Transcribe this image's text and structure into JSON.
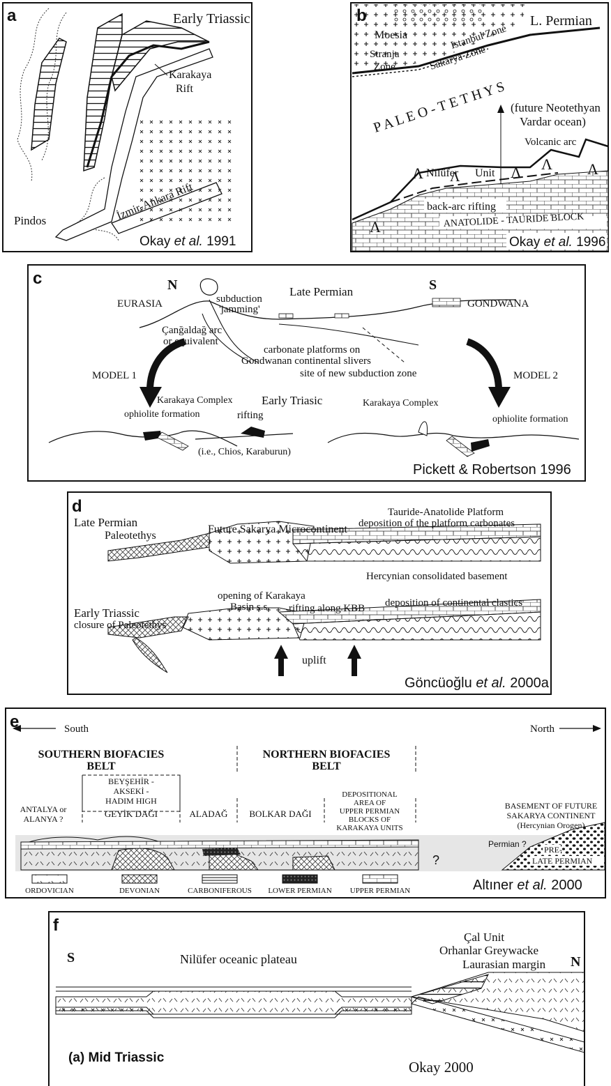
{
  "panels": {
    "a": {
      "letter": "a",
      "title": "Early Triassic",
      "labels": {
        "karakaya": "Karakaya",
        "rift": "Rift",
        "izmir": "İzmir-Ankara Rift",
        "pindos": "Pindos"
      },
      "citation_author": "Okay",
      "citation_etal": "et al.",
      "citation_year": "1991"
    },
    "b": {
      "letter": "b",
      "title": "L. Permian",
      "labels": {
        "moesia": "Moesia",
        "istanbul": "Istanbul Zone",
        "stranja": "Stranja",
        "zone": "Zone",
        "sakarya": "Sakarya Zone",
        "paleotethys": "P A L E O - T E T H Y S",
        "future1": "(future Neotethyan",
        "future2": "Vardar ocean)",
        "volcanic": "Volcanic arc",
        "nilufer": "Nilüfer",
        "unit": "Unit",
        "backarc": "back-arc rifting",
        "anatolide": "ANATOLIDE - TAURIDE BLOCK"
      },
      "citation_author": "Okay",
      "citation_etal": "et al.",
      "citation_year": "1996"
    },
    "c": {
      "letter": "c",
      "n": "N",
      "s": "S",
      "labels": {
        "eurasia": "EURASIA",
        "gondwana": "GONDWANA",
        "late_permian": "Late Permian",
        "subduction": "subduction",
        "jamming": "'jamming'",
        "cangaldag1": "Çanğaldağ arc",
        "cangaldag2": "or equivalent",
        "carbonate1": "carbonate platforms on",
        "carbonate2": "Gondwanan continental slivers",
        "newsub": "site of new subduction zone",
        "model1": "MODEL 1",
        "model2": "MODEL 2",
        "karakaya1": "Karakaya Complex",
        "karakaya2": "Karakaya Complex",
        "ophiolite1": "ophiolite formation",
        "ophiolite2": "ophiolite formation",
        "rifting": "rifting",
        "early_triasic": "Early Triasic",
        "chios": "(i.e., Chios, Karaburun)"
      },
      "citation": "Pickett & Robertson 1996"
    },
    "d": {
      "letter": "d",
      "labels": {
        "late_permian": "Late Permian",
        "paleotethys": "Paleotethys",
        "future_sakarya": "Future Sakarya Microcontinent",
        "tauride1": "Tauride-Anatolide Platform",
        "tauride2": "deposition of the platform carbonates",
        "hercynian": "Hercynian consolidated basement",
        "early_triassic": "Early Triassic",
        "closure": "closure of Paleotethys",
        "opening1": "opening of Karakaya",
        "opening2": "Basin s.s.",
        "rifting_kbb": "rifting along KBB",
        "clastics": "deposition of continental clastics",
        "uplift": "uplift"
      },
      "citation_author": "Göncüoğlu",
      "citation_etal": "et al.",
      "citation_year": "2000a"
    },
    "e": {
      "letter": "e",
      "south": "South",
      "north": "North",
      "southern_belt1": "SOUTHERN  BIOFACIES",
      "southern_belt2": "BELT",
      "northern_belt1": "NORTHERN  BIOFACIES",
      "northern_belt2": "BELT",
      "beysehir": [
        "BEYŞEHİR -",
        "AKSEKİ -",
        "HADIM HIGH"
      ],
      "antalya": [
        "ANTALYA or",
        "ALANYA ?"
      ],
      "geyik": "GEYİK DAĞI",
      "aladag": "ALADAĞ",
      "bolkar": "BOLKAR DAĞI",
      "depositional": [
        "DEPOSITIONAL",
        "AREA OF",
        "UPPER PERMIAN",
        "BLOCKS OF",
        "KARAKAYA UNITS"
      ],
      "basement": [
        "BASEMENT OF FUTURE",
        "SAKARYA CONTINENT"
      ],
      "hercynian": "(Hercynian Orogen)",
      "permian_q": "Permian ?",
      "pre": "PRE-",
      "late_permian": "LATE  PERMIAN",
      "qmark": "?",
      "legend": [
        "ORDOVICIAN",
        "DEVONIAN",
        "CARBONIFEROUS",
        "LOWER PERMIAN",
        "UPPER PERMIAN"
      ],
      "citation_author": "Altıner",
      "citation_etal": "et al.",
      "citation_year": "2000"
    },
    "f": {
      "letter": "f",
      "s": "S",
      "n": "N",
      "nilufer": "Nilüfer oceanic plateau",
      "cal": "Çal Unit",
      "orhanlar": "Orhanlar Greywacke",
      "laurasian": "Laurasian margin",
      "mid_triassic": "(a) Mid Triassic",
      "citation": "Okay 2000"
    }
  }
}
